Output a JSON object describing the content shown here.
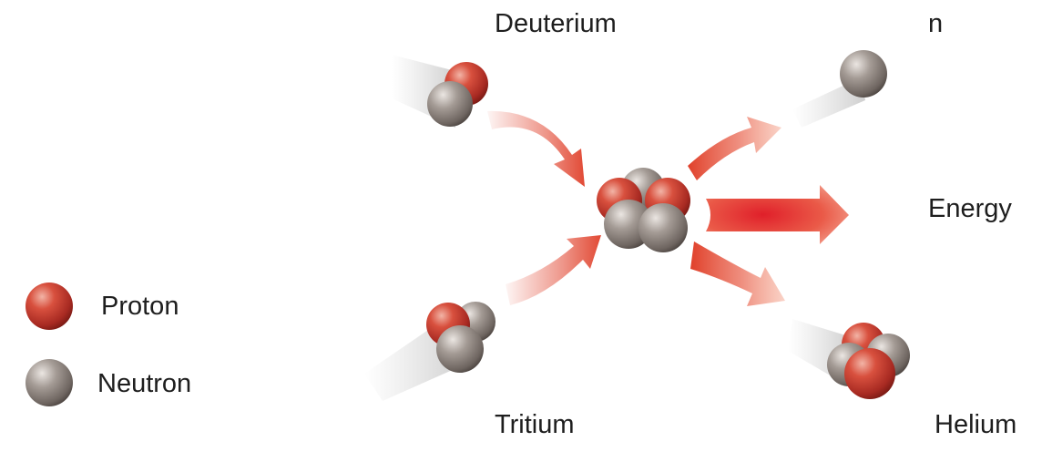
{
  "labels": {
    "deuterium": "Deuterium",
    "tritium": "Tritium",
    "neutron_out": "n",
    "energy": "Energy",
    "helium": "Helium"
  },
  "legend": {
    "proton": "Proton",
    "neutron": "Neutron"
  },
  "colors": {
    "proton": "#c8372c",
    "neutron": "#8a807a",
    "arrow": "#e0402a"
  }
}
